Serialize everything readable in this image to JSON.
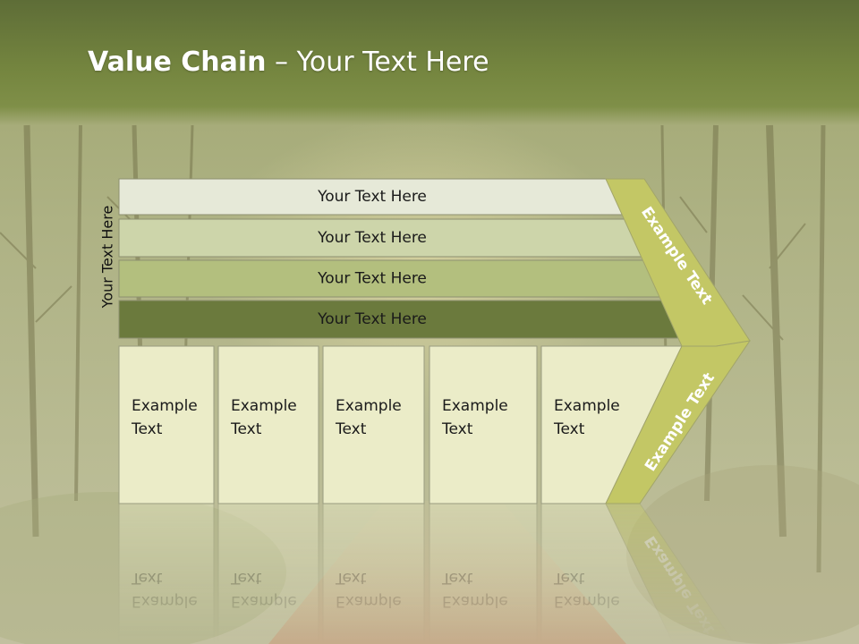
{
  "title": {
    "bold": "Value Chain",
    "rest": " – Your Text Here"
  },
  "side_label": "Your Text Here",
  "rows": [
    {
      "label": "Your Text Here",
      "fill": "#e6e9d8"
    },
    {
      "label": "Your Text Here",
      "fill": "#cdd5aa"
    },
    {
      "label": "Your Text Here",
      "fill": "#b3bf7e"
    },
    {
      "label": "Your Text Here",
      "fill": "#6b7a3d"
    }
  ],
  "boxes": [
    {
      "line1": "Example",
      "line2": "Text"
    },
    {
      "line1": "Example",
      "line2": "Text"
    },
    {
      "line1": "Example",
      "line2": "Text"
    },
    {
      "line1": "Example",
      "line2": "Text"
    },
    {
      "line1": "Example",
      "line2": "Text"
    }
  ],
  "chevron": {
    "upper_label": "Example Text",
    "lower_label": "Example Text",
    "fill": "#c3c765"
  },
  "colors": {
    "title_bar": "#6f7f3c",
    "box_fill": "#ebecc8",
    "box_stroke": "#9a9c80"
  }
}
